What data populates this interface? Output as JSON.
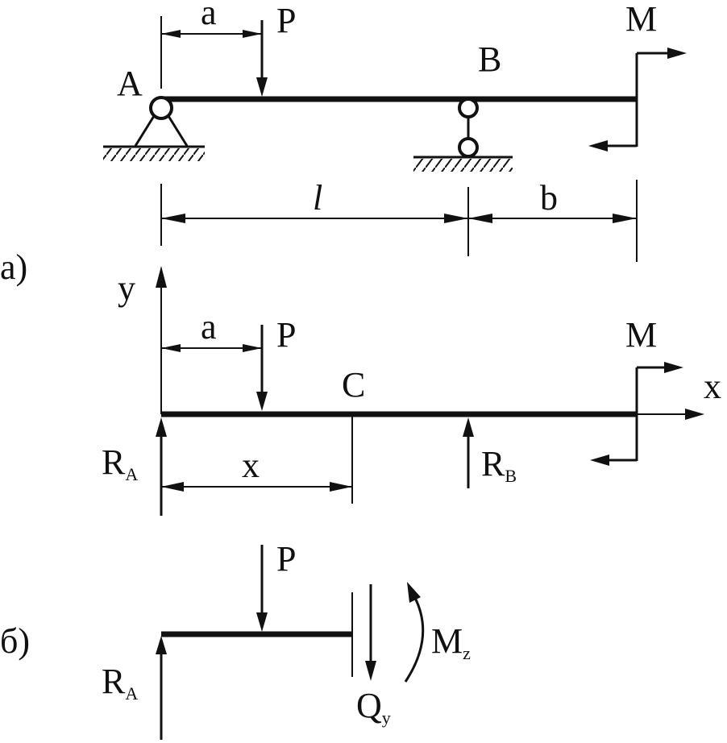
{
  "diagram": {
    "panel_a": {
      "marker": "а)",
      "top": {
        "label_A": "A",
        "label_B": "B",
        "label_P": "P",
        "label_M": "M",
        "dim_a": "a",
        "dim_l": "l",
        "dim_b": "b"
      },
      "bottom": {
        "label_y": "y",
        "label_x_axis": "x",
        "label_P": "P",
        "label_M": "M",
        "label_C": "C",
        "dim_a": "a",
        "dim_x": "x",
        "reaction_A": "R",
        "reaction_A_sub": "A",
        "reaction_B": "R",
        "reaction_B_sub": "B"
      }
    },
    "panel_b": {
      "marker": "б)",
      "label_P": "P",
      "reaction_A": "R",
      "reaction_A_sub": "A",
      "moment": "M",
      "moment_sub": "z",
      "shear": "Q",
      "shear_sub": "y"
    },
    "colors": {
      "ink": "#111111",
      "background": "#ffffff"
    }
  }
}
